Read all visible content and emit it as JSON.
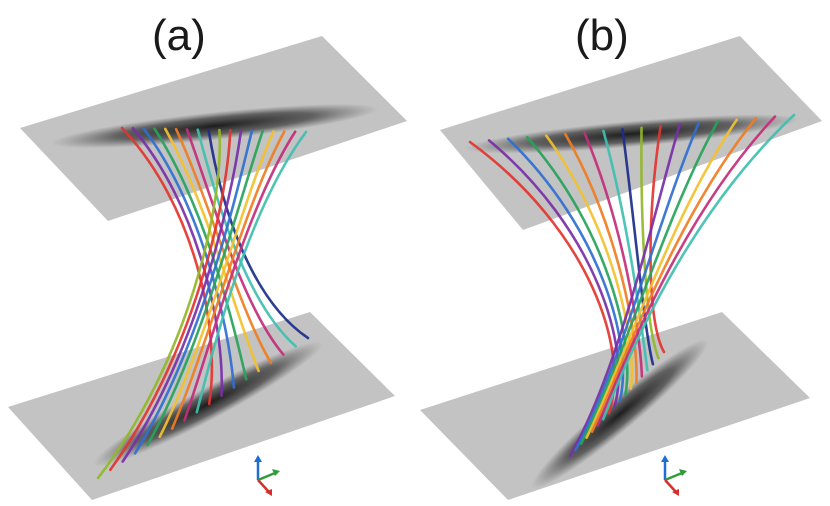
{
  "panels": [
    {
      "id": "a",
      "label": "(a)"
    },
    {
      "id": "b",
      "label": "(b)"
    }
  ],
  "strand_colors": [
    "#e3342f",
    "#7a2fa8",
    "#2f6fd1",
    "#27a35a",
    "#f2c12e",
    "#f07d22",
    "#c32e7a",
    "#3fbfb0",
    "#1c2e8a",
    "#93b72a"
  ],
  "plate_color": "#bdbdbd",
  "shadow_color": "#000000",
  "axis_colors": {
    "x": "#d32f2f",
    "y": "#2e9d3a",
    "z": "#1e6fd1"
  }
}
